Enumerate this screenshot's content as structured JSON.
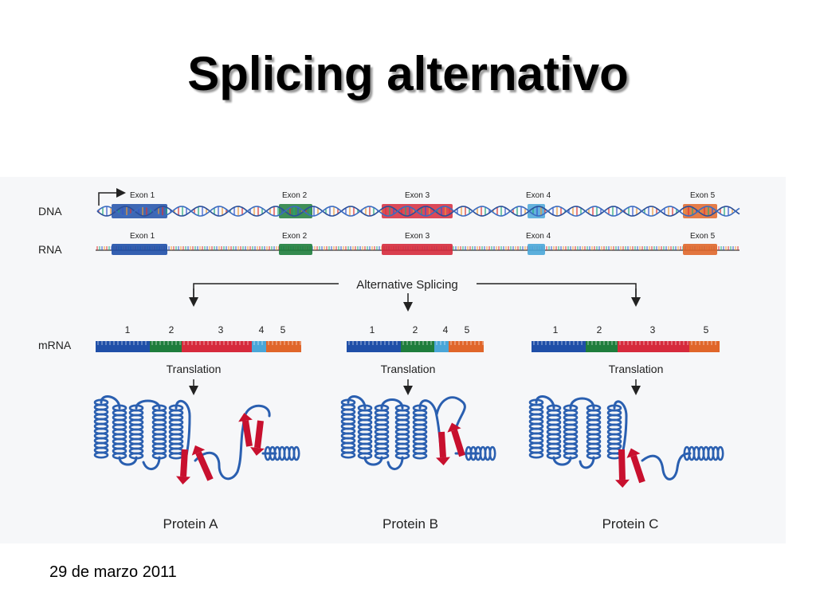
{
  "slide": {
    "title": "Splicing alternativo",
    "date": "29 de marzo 2011"
  },
  "diagram": {
    "row_labels": {
      "dna": "DNA",
      "rna": "RNA",
      "mrna": "mRNA"
    },
    "exons": [
      {
        "label": "Exon 1",
        "color": "#1f4fa8"
      },
      {
        "label": "Exon 2",
        "color": "#1e7d3c"
      },
      {
        "label": "Exon 3",
        "color": "#d62a3c"
      },
      {
        "label": "Exon 4",
        "color": "#4aa6d8"
      },
      {
        "label": "Exon 5",
        "color": "#e0662a"
      }
    ],
    "process_label": "Alternative Splicing",
    "translation_label": "Translation",
    "variants": [
      {
        "exons": [
          "1",
          "2",
          "3",
          "4",
          "5"
        ],
        "protein": "Protein A"
      },
      {
        "exons": [
          "1",
          "2",
          "4",
          "5"
        ],
        "protein": "Protein B"
      },
      {
        "exons": [
          "1",
          "2",
          "3",
          "5"
        ],
        "protein": "Protein C"
      }
    ],
    "colors": {
      "helix": "#2a5fb0",
      "sheet": "#c8102e",
      "backbone": "#2b2b2b"
    }
  }
}
